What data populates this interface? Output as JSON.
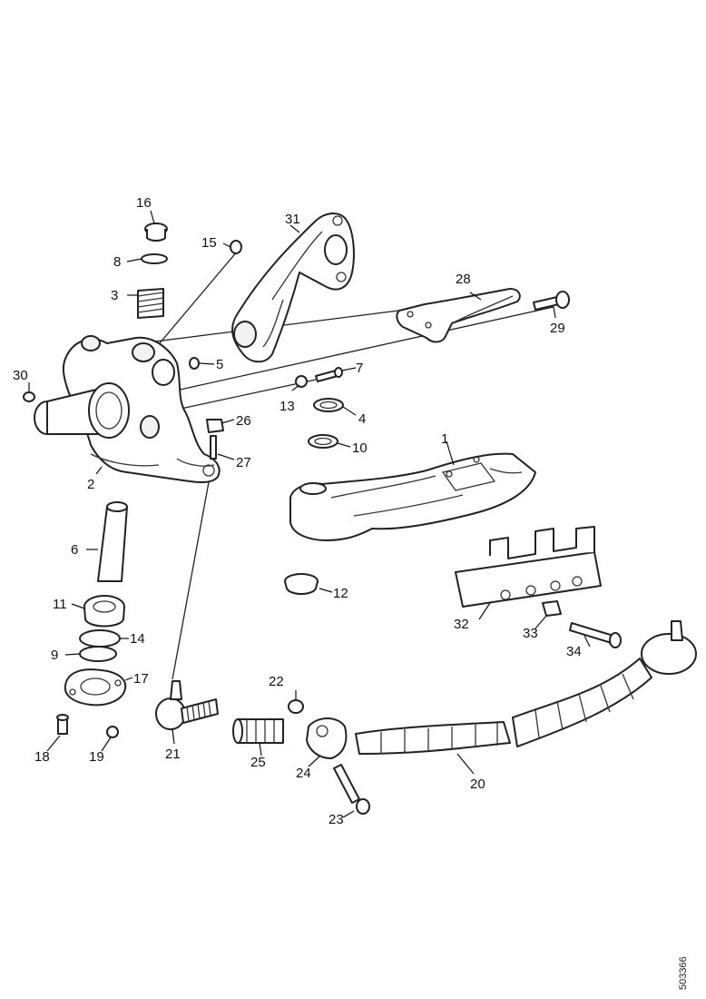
{
  "diagram": {
    "reference_code": "503366",
    "callouts": {
      "c1": "1",
      "c2": "2",
      "c3": "3",
      "c4": "4",
      "c5": "5",
      "c6": "6",
      "c7": "7",
      "c8": "8",
      "c9": "9",
      "c10": "10",
      "c11": "11",
      "c12": "12",
      "c13": "13",
      "c14": "14",
      "c15": "15",
      "c16": "16",
      "c17": "17",
      "c18": "18",
      "c19": "19",
      "c20": "20",
      "c21": "21",
      "c22": "22",
      "c23": "23",
      "c24": "24",
      "c25": "25",
      "c26": "26",
      "c27": "27",
      "c28": "28",
      "c29": "29",
      "c30": "30",
      "c31": "31",
      "c32": "32",
      "c33": "33",
      "c34": "34"
    }
  }
}
